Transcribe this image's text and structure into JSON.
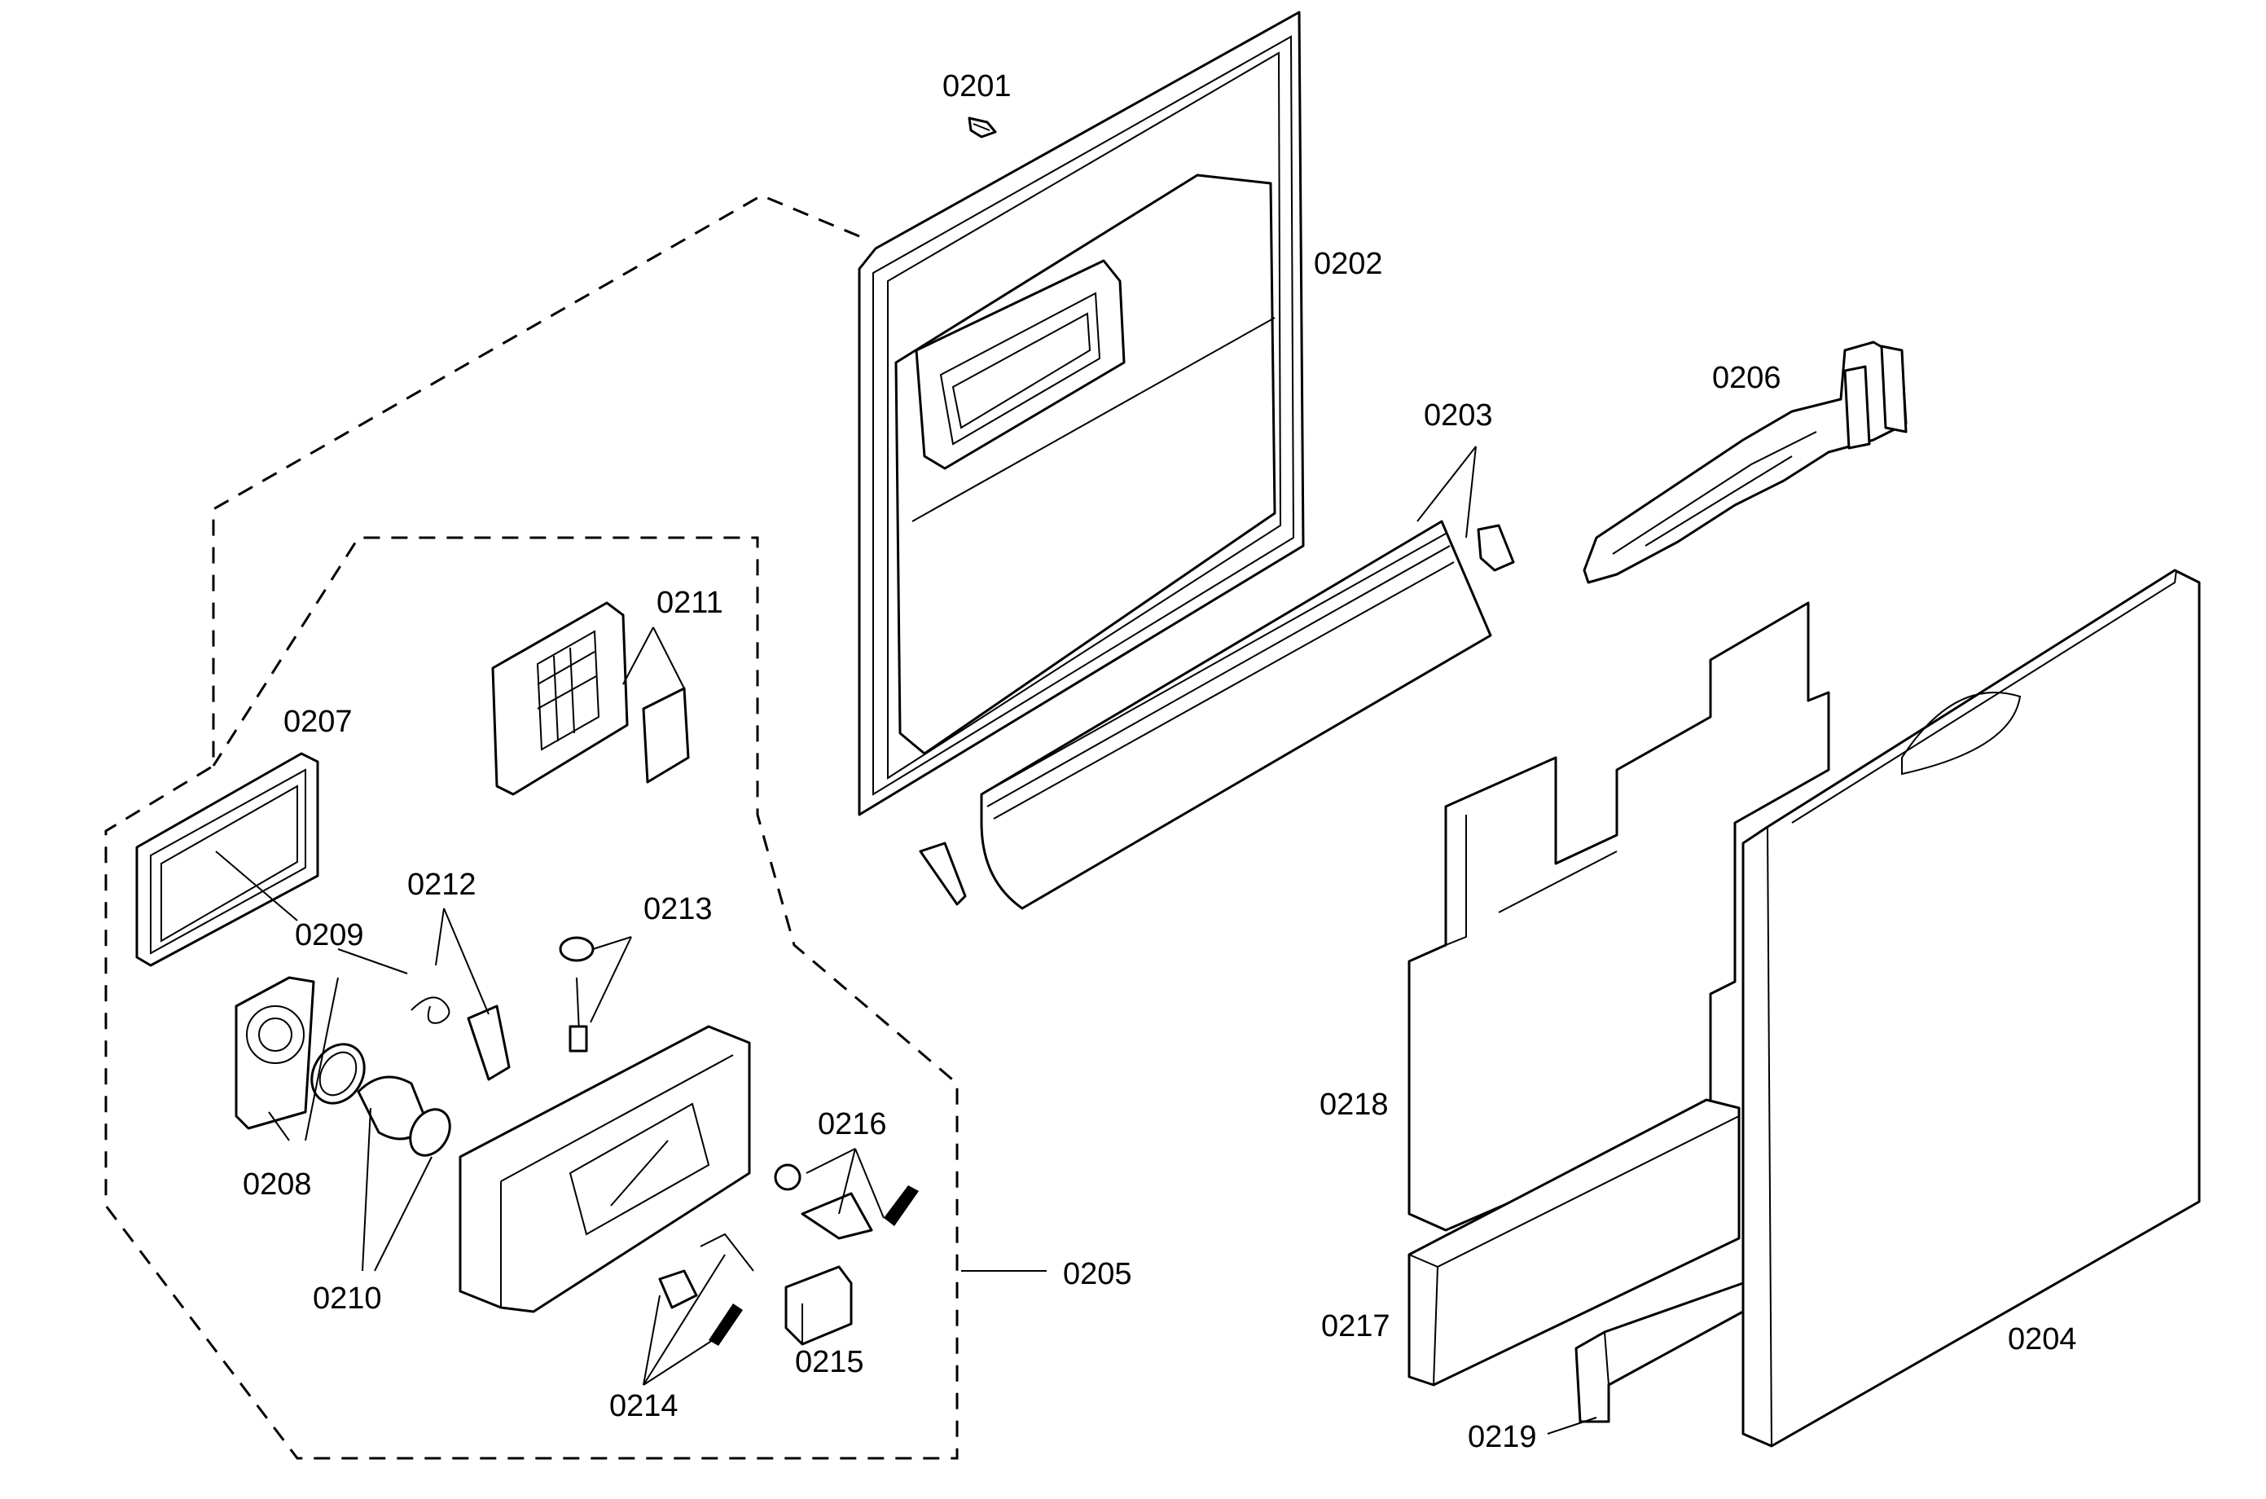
{
  "labels": {
    "p0201": "0201",
    "p0202": "0202",
    "p0203": "0203",
    "p0204": "0204",
    "p0205": "0205",
    "p0206": "0206",
    "p0207": "0207",
    "p0208": "0208",
    "p0209": "0209",
    "p0210": "0210",
    "p0211": "0211",
    "p0212": "0212",
    "p0213": "0213",
    "p0214": "0214",
    "p0215": "0215",
    "p0216": "0216",
    "p0217": "0217",
    "p0218": "0218",
    "p0219": "0219"
  }
}
